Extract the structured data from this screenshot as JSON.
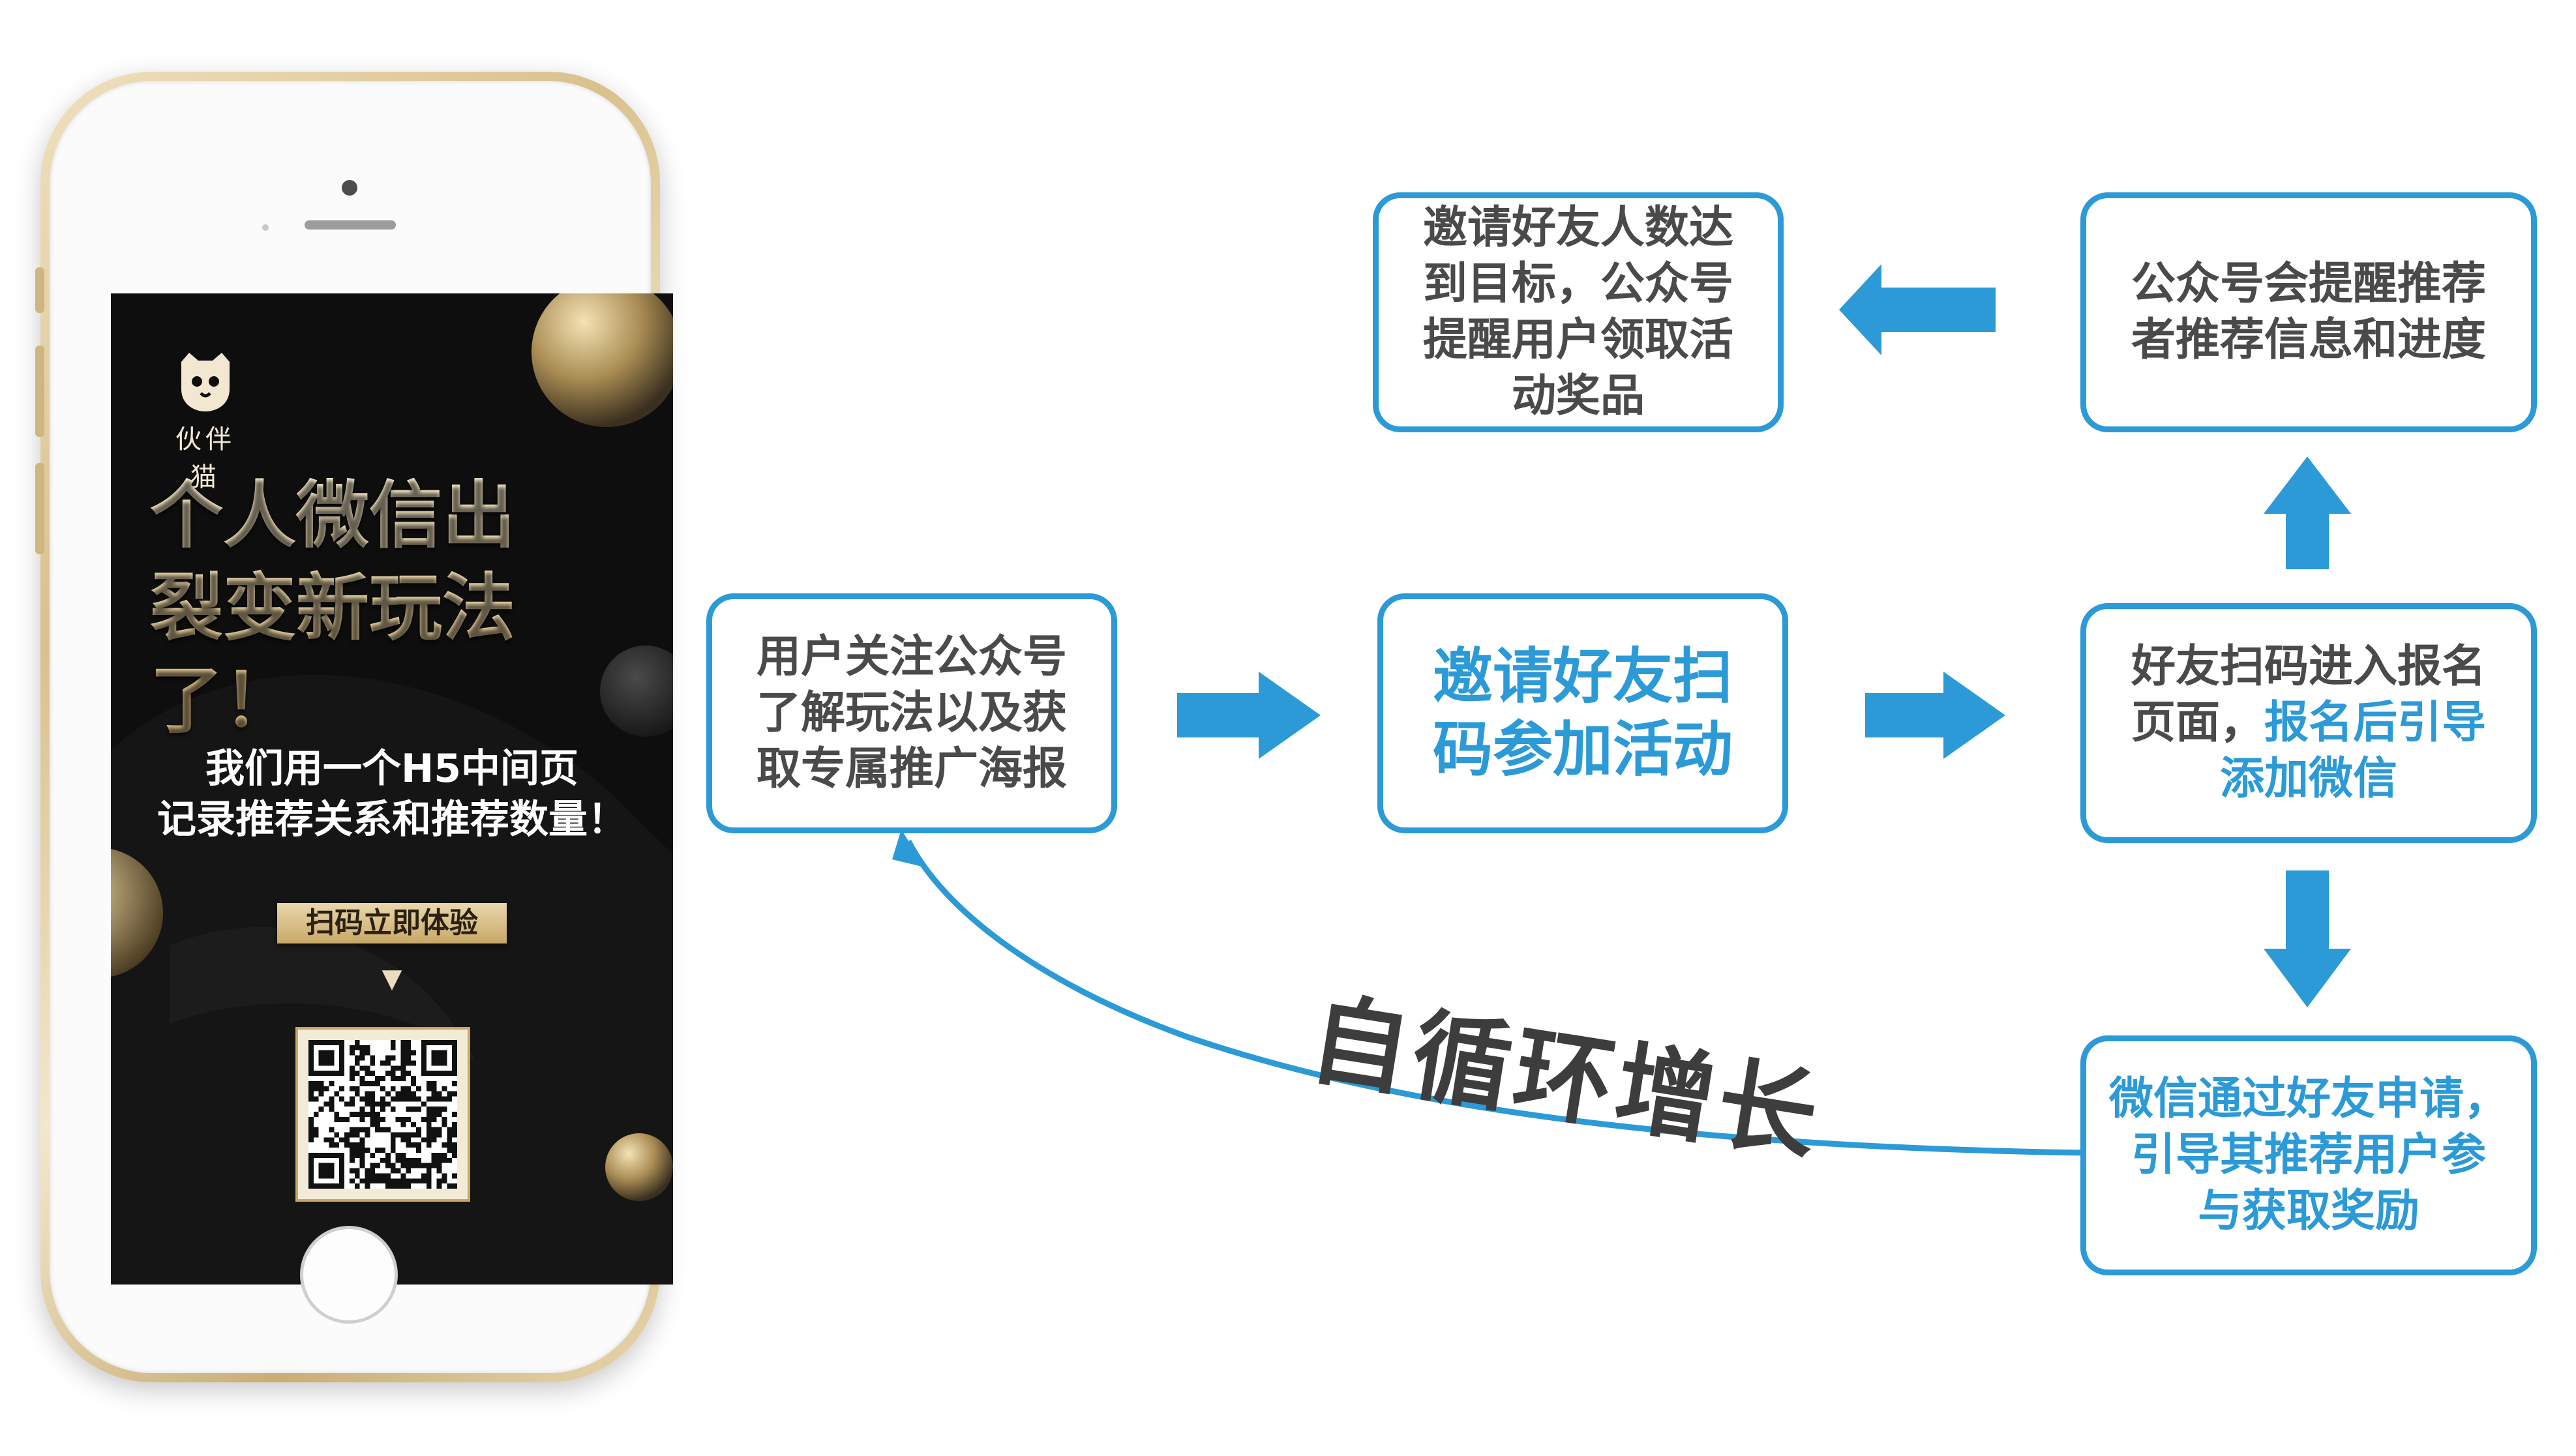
{
  "phone": {
    "logo_name": "伙伴猫",
    "headline_line1": "个人微信出",
    "headline_line2": "裂变新玩法了！",
    "subtext_line1": "我们用一个H5中间页",
    "subtext_line2": "记录推荐关系和推荐数量！",
    "scan_label": "扫码立即体验",
    "scan_arrow": "▼"
  },
  "flow": {
    "step_follow": {
      "line1": "用户关注公众号",
      "line2": "了解玩法以及获",
      "line3": "取专属推广海报"
    },
    "step_invite": {
      "line1": "邀请好友扫",
      "line2": "码参加活动"
    },
    "step_register": {
      "line1": "好友扫码进入报名",
      "line2_plain": "页面，",
      "line2_blue": "报名后引导",
      "line3": "添加微信"
    },
    "step_remind": {
      "line1": "公众号会提醒推荐",
      "line2": "者推荐信息和进度"
    },
    "step_reward": {
      "line1": "邀请好友人数达",
      "line2": "到目标，公众号",
      "line3": "提醒用户领取活",
      "line4": "动奖品"
    },
    "step_wechat": {
      "line1": "微信通过好友申请，",
      "line2": "引导其推荐用户参",
      "line3": "与获取奖励"
    },
    "loop_label": "自循环增长"
  },
  "colors": {
    "accent": "#2c9ad6",
    "text": "#4a4a4a",
    "gold": "#d9b878"
  }
}
